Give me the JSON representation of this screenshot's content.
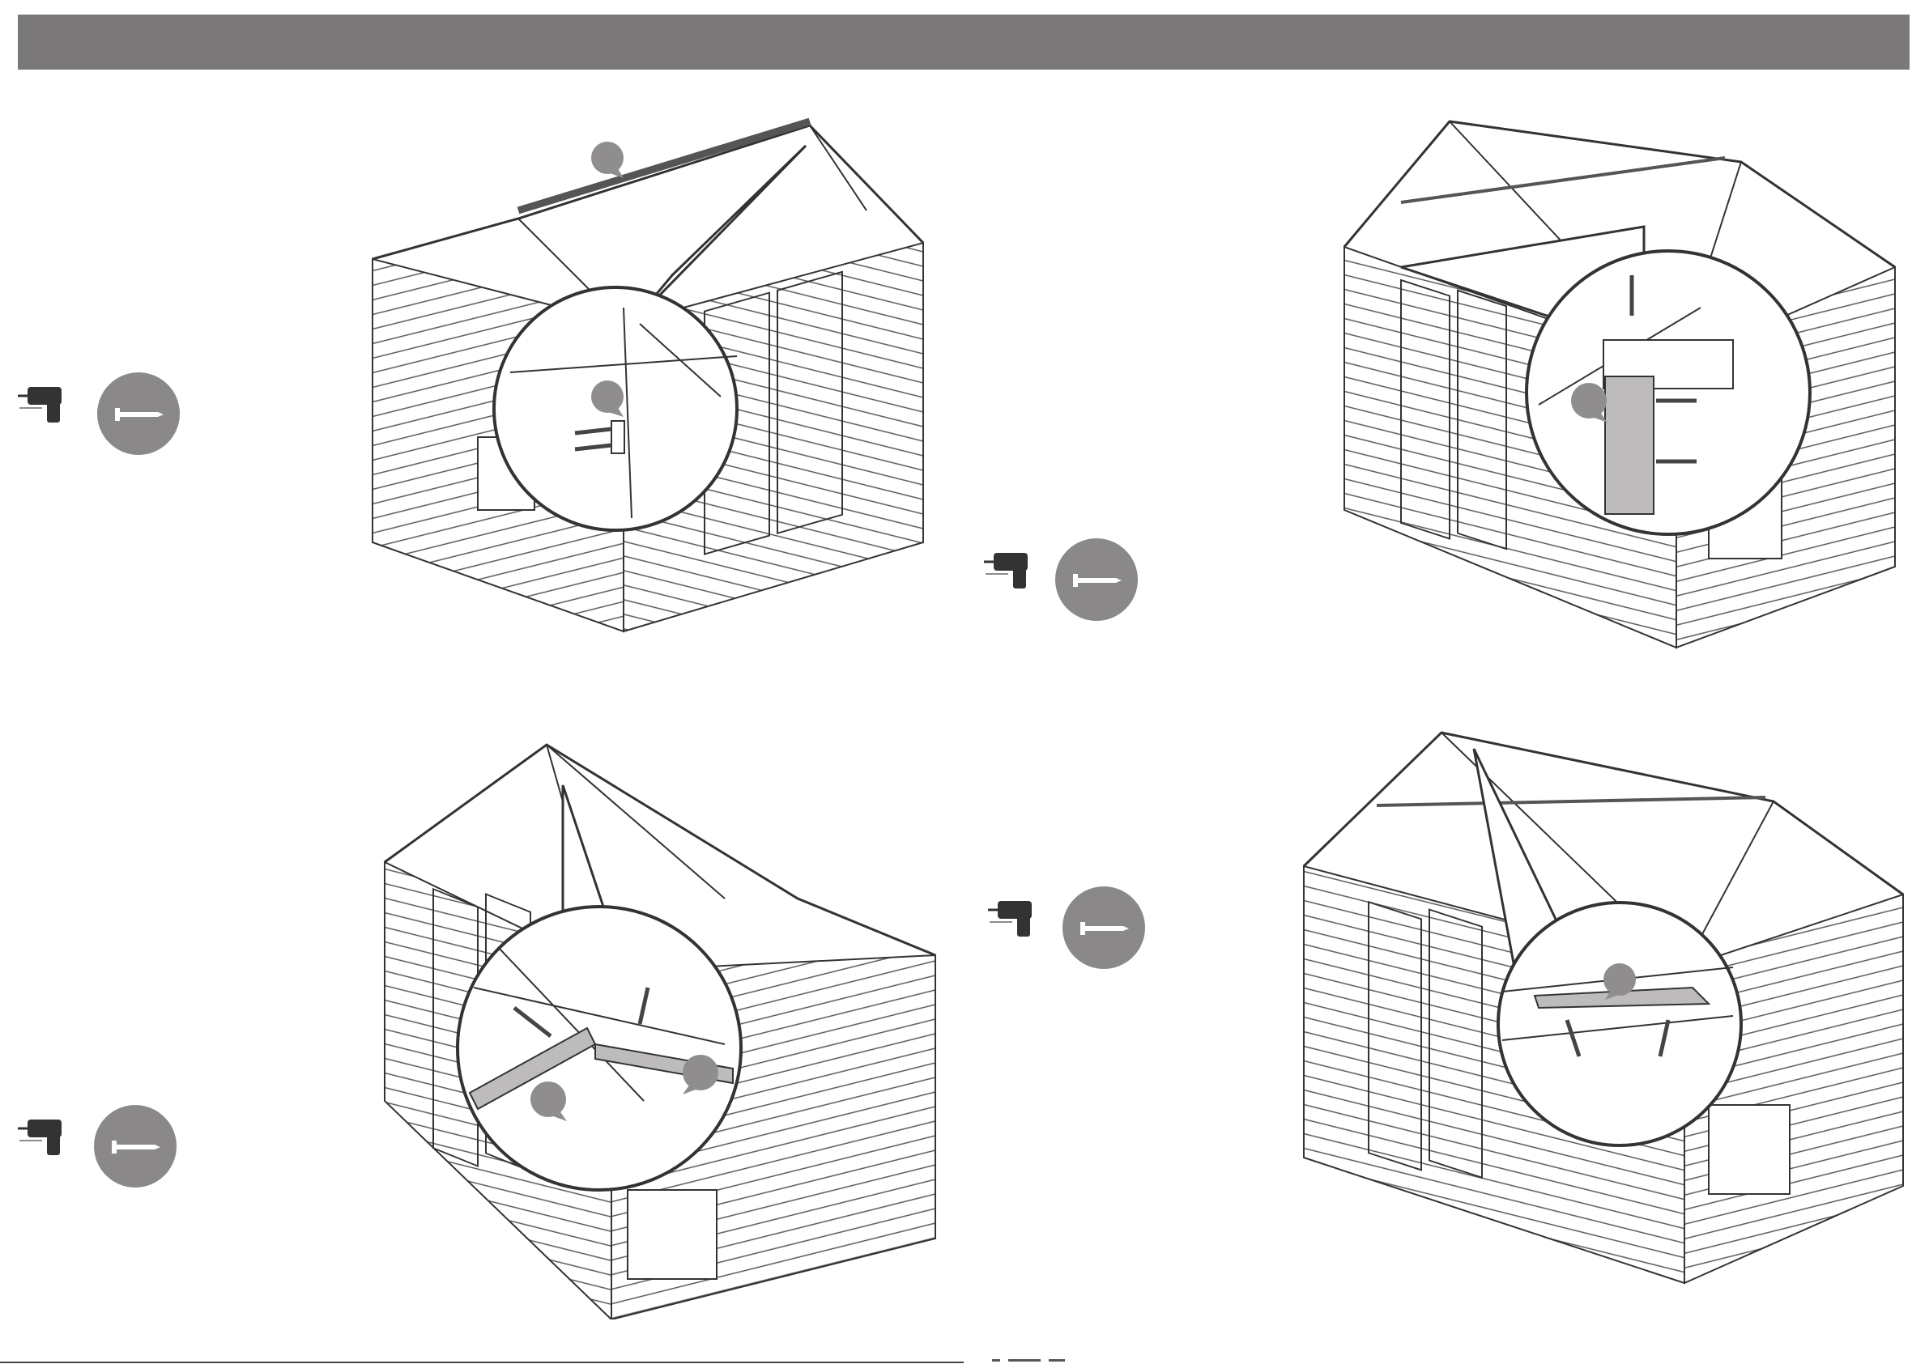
{
  "header": {
    "title": ""
  },
  "steps": [
    {
      "id": "step-1",
      "callouts": [
        "",
        ""
      ],
      "tools": [
        "drill",
        "screw"
      ]
    },
    {
      "id": "step-2",
      "callouts": [
        ""
      ],
      "tools": [
        "drill",
        "screw"
      ]
    },
    {
      "id": "step-3",
      "callouts": [
        "",
        ""
      ],
      "tools": [
        "drill",
        "screw"
      ]
    },
    {
      "id": "step-4",
      "callouts": [
        ""
      ],
      "tools": [
        "drill",
        "screw"
      ]
    }
  ],
  "icons": {
    "drill": "drill-icon",
    "screw": "screw-icon",
    "callout": "callout-marker-icon"
  },
  "colors": {
    "header_bar": "#7a7878",
    "badge": "#8a8888",
    "callout": "#8f8d8d",
    "line": "#3a3a3a"
  }
}
